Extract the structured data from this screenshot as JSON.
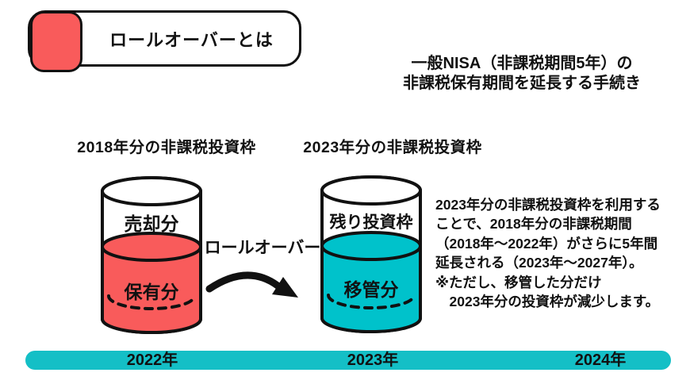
{
  "colors": {
    "red": "#f95b5b",
    "cyan": "#00c2cb",
    "timeline_teal": "#14bfc6",
    "ink": "#111111",
    "background": "#ffffff"
  },
  "title_badge": {
    "label": "ロールオーバーとは"
  },
  "intro": {
    "lines": [
      "一般NISA（非課税期間5年）の",
      "非課税保有期間を延長する手続き"
    ]
  },
  "frames": [
    {
      "heading": "2018年分の非課税投資枠",
      "upper_label": "売却分",
      "lower_label": "保有分",
      "fill_color": "#f95b5b"
    },
    {
      "heading": "2023年分の非課税投資枠",
      "upper_label": "残り投資枠",
      "lower_label": "移管分",
      "fill_color": "#00c2cb"
    }
  ],
  "rollover": {
    "label": "ロールオーバー"
  },
  "description": {
    "lines": [
      "2023年分の非課税投資枠を利用する",
      "ことで、2018年分の非課税期間",
      "（2018年～2022年）がさらに5年間",
      "延長される（2023年～2027年）。",
      "※ただし、移管した分だけ",
      "　2023年分の投資枠が減少します。"
    ]
  },
  "timeline": {
    "years": [
      "2022年",
      "2023年",
      "2024年"
    ]
  }
}
